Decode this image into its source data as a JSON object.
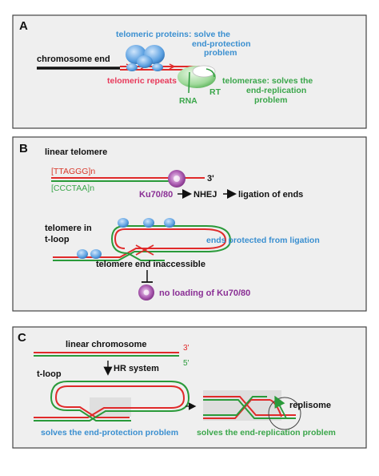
{
  "panel_a": {
    "letter": "A",
    "chromosome_end": "chromosome end",
    "telomeric_proteins_line1": "telomeric proteins: solve the",
    "telomeric_proteins_line2": "end-protection",
    "telomeric_proteins_line3": "problem",
    "telomeric_repeats": "telomeric repeats",
    "telomerase_line1": "telomerase: solves the",
    "telomerase_line2": "end-replication",
    "telomerase_line3": "problem",
    "rt": "RT",
    "rna": "RNA"
  },
  "panel_b": {
    "letter": "B",
    "linear_telomere": "linear telomere",
    "seq_top": "[TTAGGG]n",
    "seq_bottom": "[CCCTAA]n",
    "three_prime": "3'",
    "ku": "Ku70/80",
    "nhej": "NHEJ",
    "ligation": "ligation of ends",
    "telomere_in": "telomere in",
    "t_loop": "t-loop",
    "ends_protected": "ends protected from ligation",
    "end_inaccessible": "telomere end inaccessible",
    "no_loading": "no loading of Ku70/80"
  },
  "panel_c": {
    "letter": "C",
    "linear_chromosome": "linear chromosome",
    "three_prime": "3'",
    "five_prime": "5'",
    "hr_system": "HR system",
    "t_loop": "t-loop",
    "replisome": "replisome",
    "solves_protection": "solves the end-protection problem",
    "solves_replication": "solves the end-replication problem"
  },
  "colors": {
    "red_strand": "#e02a2a",
    "green_strand": "#2a9a3a",
    "protein_blue": "#5a9fe0",
    "ku_purple": "#a04aa8",
    "panel_gray": "#efefef"
  }
}
